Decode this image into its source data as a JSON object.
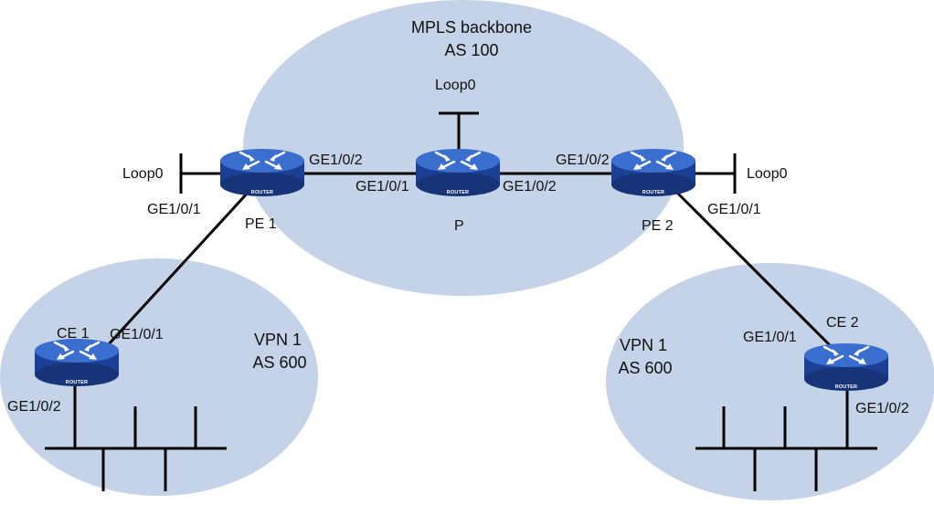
{
  "colors": {
    "zone_fill": "#c5d3e8",
    "link": "#000000",
    "router_body": "#1c3f96",
    "router_top": "#3a6fd0",
    "router_icon": "#ffffff"
  },
  "zones": {
    "backbone": {
      "line1": "MPLS backbone",
      "line2": "AS 100"
    },
    "vpn_left": {
      "line1": "VPN 1",
      "line2": "AS 600"
    },
    "vpn_right": {
      "line1": "VPN 1",
      "line2": "AS 600"
    }
  },
  "router_tag": "ROUTER",
  "devices": {
    "pe1": {
      "name": "PE 1",
      "loop": "Loop0",
      "port_to_p": "GE1/0/2",
      "port_to_ce": "GE1/0/1"
    },
    "p": {
      "name": "P",
      "loop": "Loop0",
      "port_to_pe1": "GE1/0/1",
      "port_to_pe2": "GE1/0/2"
    },
    "pe2": {
      "name": "PE 2",
      "loop": "Loop0",
      "port_to_p": "GE1/0/2",
      "port_to_ce": "GE1/0/1"
    },
    "ce1": {
      "name": "CE 1",
      "port_to_pe": "GE1/0/1",
      "port_to_lan": "GE1/0/2"
    },
    "ce2": {
      "name": "CE 2",
      "port_to_pe": "GE1/0/1",
      "port_to_lan": "GE1/0/2"
    }
  }
}
